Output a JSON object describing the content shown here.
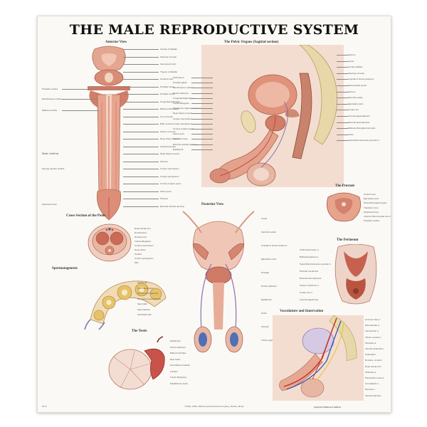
{
  "poster": {
    "title": "THE MALE REPRODUCTIVE SYSTEM",
    "footer": "©1994, 1995, 2000 Anatomical Chart Company, Skokie, Illinois",
    "logo": "Lippincott Williams & Wilkins",
    "catalog_number": "9872"
  },
  "panels": {
    "anterior_view": "Anterior View",
    "pelvic_organs": "The Pelvic Organs (Sagittal section)",
    "cross_section": "Cross-Section of the Penis",
    "spermatogenesis": "Spermatogenesis",
    "testis": "The Testis",
    "posterior_view": "Posterior View",
    "prostate": "The Prostate",
    "perineum": "The Perineum",
    "vasculature": "Vasculature and Innervation"
  },
  "labels": {
    "anterior_left": [
      "Prostatic urethra",
      "Membranous urethra",
      "Bulbous urethra",
      "Male Urethra",
      "Spongy (penile) urethra",
      "Navicular fossa"
    ],
    "anterior_right": [
      "Fundus of bladder",
      "Opening of ureter",
      "Interureteric fold",
      "Trigone of bladder",
      "Urethral crest",
      "Prostatic sinus",
      "Prostatic utricle",
      "Urogenital diaphragm",
      "Bulbourethral gland",
      "Crus of penis",
      "Bulb of penis",
      "Septum of penis",
      "Deep artery of penis",
      "Urethral lacunae",
      "Deep fascia of penis",
      "Scrotum",
      "Corpus cavernosum",
      "Corpus spongiosum",
      "Corona of glans penis",
      "Glans penis",
      "Prepuce",
      "External urethral opening"
    ],
    "pelvic_left": [
      "Peritoneum",
      "Prostate gland",
      "Membranous urethra",
      "Ductus deferens",
      "Urogenital diaphragm",
      "Tunica albuginea",
      "Suspensory ligament of penis",
      "Deep fascia of penis",
      "Corpus cavernosum",
      "Corpus spongiosum",
      "Corona of glans penis",
      "Glans penis",
      "Navicular fossa",
      "External urethral opening",
      "Epididymis"
    ],
    "pelvic_right": [
      "Sacrum",
      "Ureter",
      "Urinary bladder",
      "Opening of ureter",
      "Ampulla of ductus deferens",
      "Rectovesical pouch",
      "Rectum",
      "Seminal vesicle",
      "Ejaculatory duct",
      "Levator ani",
      "Anococcygeal ligament",
      "External anal sphincter",
      "Bulbourethral gland and duct",
      "Testis",
      "Superficial transverse perineal m."
    ],
    "prostate": [
      "Central zone",
      "Ejaculatory duct",
      "Periurethral gland region",
      "Transition zone",
      "Peripheral zone",
      "Anterior fibromuscular stroma",
      "Prostatic urethra"
    ],
    "perineum": [
      "Ischiocavernosus m.",
      "Bulbospongiosus m.",
      "Superficial transverse perineal m.",
      "Perineal membrane",
      "External anal sphincter",
      "Gluteus maximus m.",
      "Levator ani m.",
      "Anococcygeal body"
    ],
    "posterior": [
      "Ureter",
      "Seminal vesicle",
      "Ampulla of ductus deferens",
      "Ejaculatory duct",
      "Prostate",
      "Ductus deferens",
      "Epididymis",
      "Testis",
      "Scrotum",
      "Tunica vaginalis"
    ],
    "cross_section": [
      "Deep dorsal vein",
      "Dorsal artery",
      "Dorsal nerve",
      "Tunica albuginea",
      "Corpus cavernosum",
      "Deep artery",
      "Urethra",
      "Corpus spongiosum",
      "Skin"
    ],
    "spermatogenesis": [
      "Sertoli cell",
      "Spermatogonium",
      "Primary spermatocyte",
      "Secondary spermatocyte",
      "Spermatid",
      "Spermatozoa",
      "Interstitial cells"
    ],
    "testis": [
      "Epididymis",
      "Ductus deferens",
      "Efferent ductules",
      "Rete testis",
      "Seminiferous tubules",
      "Lobules",
      "Tunica albuginea",
      "Mediastinum testis"
    ],
    "vasculature": [
      "Common iliac a.",
      "External iliac a.",
      "Internal iliac a.",
      "Inferior vesical a.",
      "Obturator a.",
      "Internal pudendal a.",
      "Pudendal n.",
      "Dorsal a. of penis",
      "Deep dorsal vein",
      "Testicular a.",
      "Pampiniform plexus",
      "Cremasteric a.",
      "Perineal n.",
      "Scrotal branches"
    ]
  }
}
